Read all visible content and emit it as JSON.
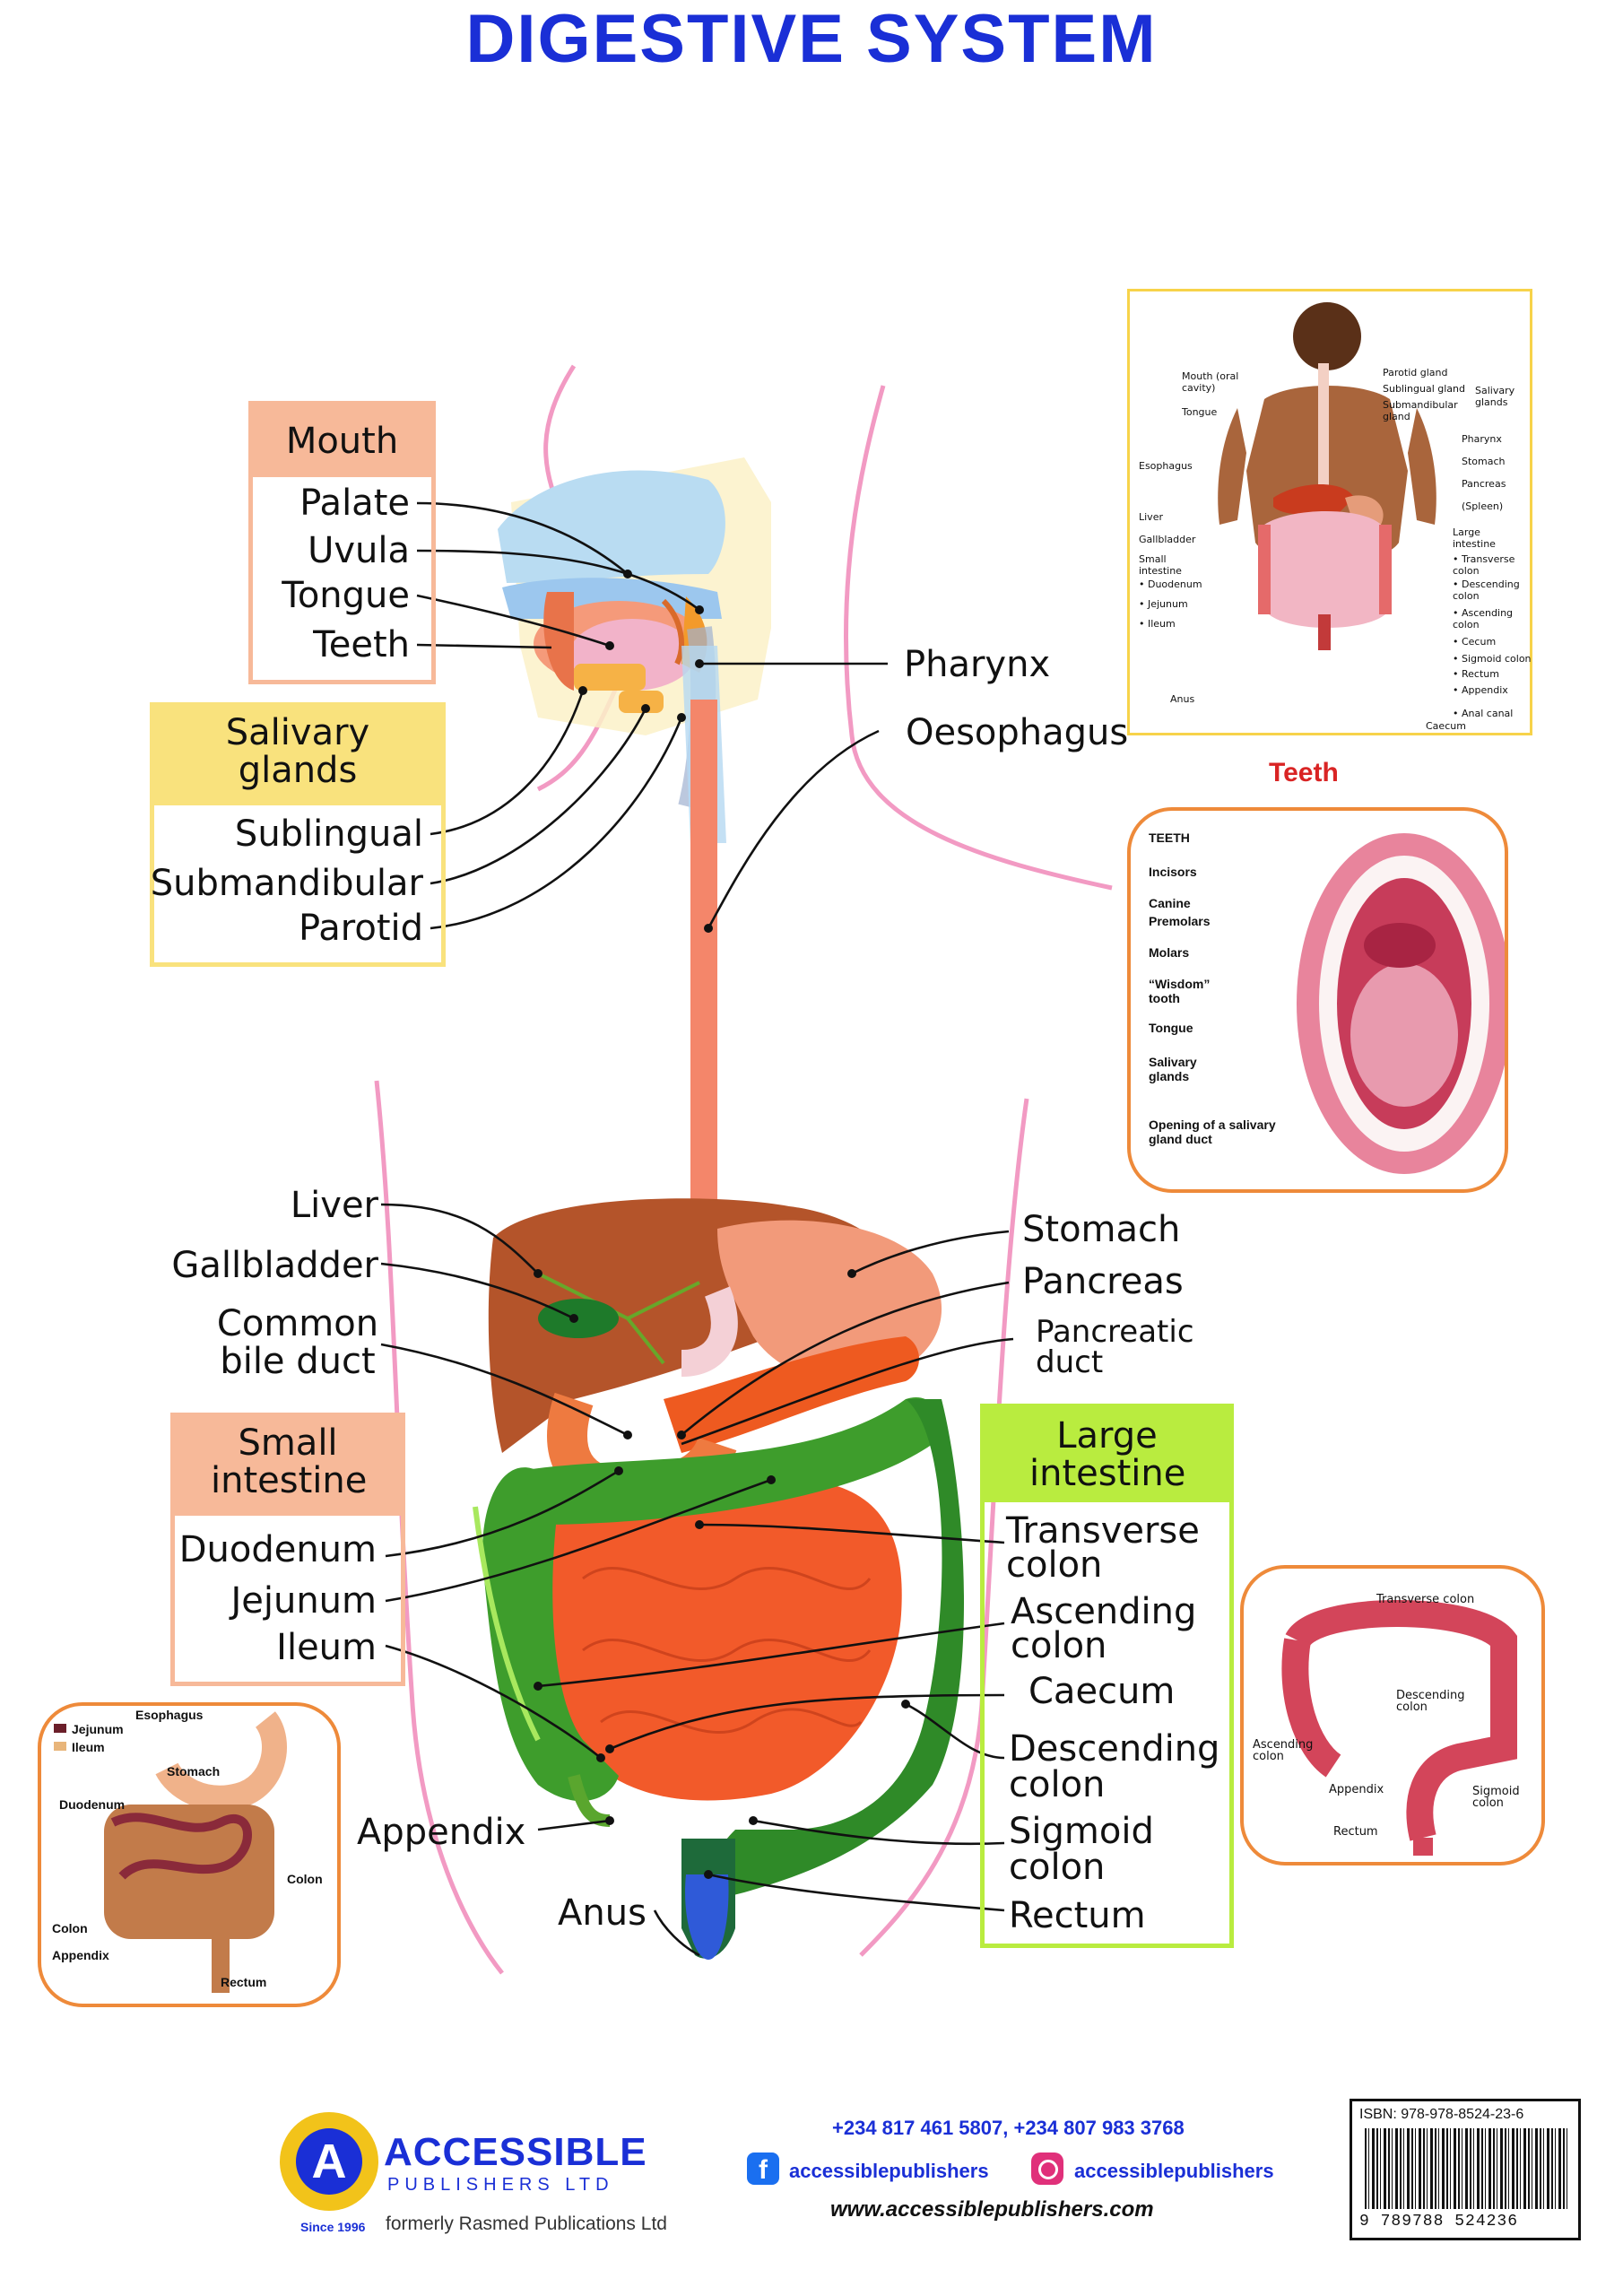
{
  "title": "DIGESTIVE SYSTEM",
  "boxes": {
    "mouth": {
      "heading": "Mouth",
      "items": [
        "Palate",
        "Uvula",
        "Tongue",
        "Teeth"
      ]
    },
    "salivary": {
      "heading": "Salivary glands",
      "items": [
        "Sublingual",
        "Submandibular",
        "Parotid"
      ]
    },
    "small_intestine": {
      "heading": "Small intestine",
      "items": [
        "Duodenum",
        "Jejunum",
        "Ileum"
      ]
    },
    "large_intestine": {
      "heading": "Large intestine",
      "items": [
        "Transverse colon",
        "Ascending colon",
        "Caecum",
        "Descending colon",
        "Sigmoid colon",
        "Rectum"
      ]
    }
  },
  "labels": {
    "pharynx": "Pharynx",
    "oesophagus": "Oesophagus",
    "liver": "Liver",
    "gallbladder": "Gallbladder",
    "common_bile_duct": "Common bile duct",
    "stomach": "Stomach",
    "pancreas": "Pancreas",
    "pancreatic_duct": "Pancreatic duct",
    "appendix": "Appendix",
    "anus": "Anus"
  },
  "inset_body": {
    "left": [
      "Mouth (oral cavity)",
      "Tongue",
      "Esophagus",
      "Liver",
      "Gallbladder",
      "Small intestine",
      "• Duodenum",
      "• Jejunum",
      "• Ileum",
      "Anus"
    ],
    "right": [
      "Parotid gland",
      "Sublingual gland",
      "Submandibular gland",
      "Salivary glands",
      "Pharynx",
      "Stomach",
      "Pancreas",
      "(Spleen)",
      "Large intestine",
      "• Transverse colon",
      "• Descending colon",
      "• Ascending colon",
      "• Cecum",
      "• Sigmoid colon",
      "• Rectum",
      "• Appendix",
      "• Anal canal",
      "Caecum"
    ]
  },
  "teeth_title": "Teeth",
  "inset_teeth": {
    "heading": "TEETH",
    "items": [
      "Incisors",
      "Canine",
      "Premolars",
      "Molars",
      "“Wisdom” tooth",
      "Tongue",
      "Salivary glands",
      "Opening of a salivary gland duct"
    ]
  },
  "inset_colon": {
    "items": [
      "Transverse colon",
      "Descending colon",
      "Ascending colon",
      "Appendix",
      "Sigmoid colon",
      "Rectum"
    ]
  },
  "inset_intestine": {
    "items": [
      "Esophagus",
      "Jejunum",
      "Ileum",
      "Stomach",
      "Duodenum",
      "Colon",
      "Colon",
      "Appendix",
      "Rectum"
    ]
  },
  "footer": {
    "brand": "ACCESSIBLE",
    "brand_sub": "PUBLISHERS LTD",
    "since": "Since 1996",
    "formerly": "formerly Rasmed Publications Ltd",
    "phone": "+234 817 461 5807, +234 807 983 3768",
    "facebook": "accessiblepublishers",
    "instagram": "accessiblepublishers",
    "website": "www.accessiblepublishers.com",
    "isbn": "ISBN: 978-978-8524-23-6",
    "barcode_digits": "9 789788 524236"
  },
  "colors": {
    "title": "#1a2fd6",
    "mouth_box": "#f7b999",
    "salivary_box": "#f9e27d",
    "small_box": "#f7b999",
    "large_box": "#b9ec3f",
    "panel_border": "#ee8a3a",
    "teeth_title": "#d92424"
  }
}
